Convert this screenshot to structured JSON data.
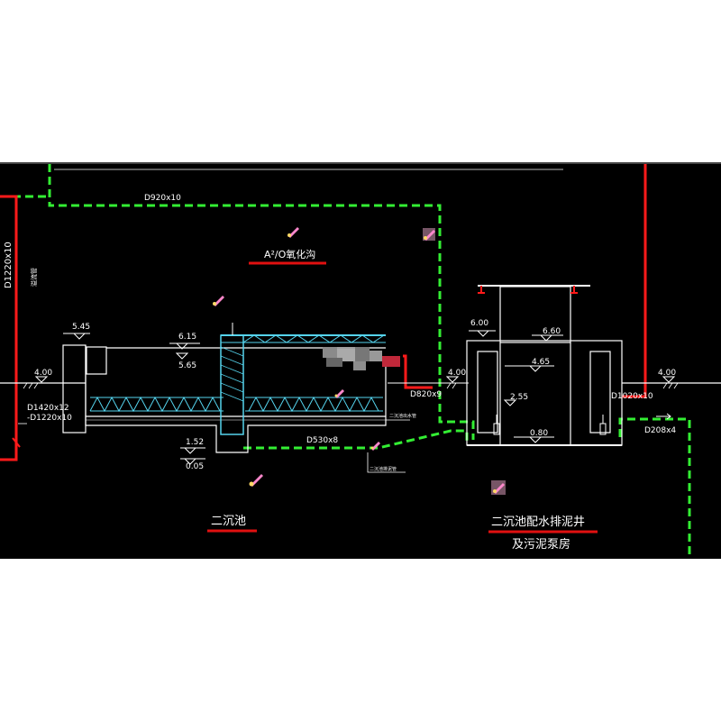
{
  "colors": {
    "background": "#000000",
    "page": "#ffffff",
    "outline": "#ffffff",
    "pipe_red": "#ff1a1a",
    "green_dashed": "#33ee33",
    "cyan": "#55d4ee",
    "underline_red": "#e01010"
  },
  "labels": {
    "pipe_d920": "D920x10",
    "ao_title": "A²/O氧化沟",
    "pipe_d1220": "D1220x10",
    "vertical_note": "溢流管",
    "el_545": "5.45",
    "el_615": "6.15",
    "el_565": "5.65",
    "el_400_left": "4.00",
    "el_400_mid": "4.00",
    "el_400_right": "4.00",
    "pipe_d1420_a": "D1420x12",
    "pipe_d1420_b": "-D1220x10",
    "el_152": "1.52",
    "el_005": "0.05",
    "pipe_d530": "D530x8",
    "pipe_d820": "D820x9",
    "el_600": "6.00",
    "el_660": "6.60",
    "el_465": "4.65",
    "el_255": "2.55",
    "el_080": "0.80",
    "pipe_d1020": "D1020x10",
    "pipe_d208": "D208x4",
    "small_note_1": "二沉池出水管",
    "small_note_2": "二沉池排泥管",
    "clarifier_title": "二沉池",
    "well_title_1": "二沉池配水排泥井",
    "well_title_2": "及污泥泵房"
  },
  "icons": [
    "pen-marker-icon",
    "pen-marker-icon",
    "pen-marker-icon",
    "pen-marker-icon",
    "pen-marker-icon",
    "pen-marker-icon",
    "pen-marker-icon"
  ]
}
